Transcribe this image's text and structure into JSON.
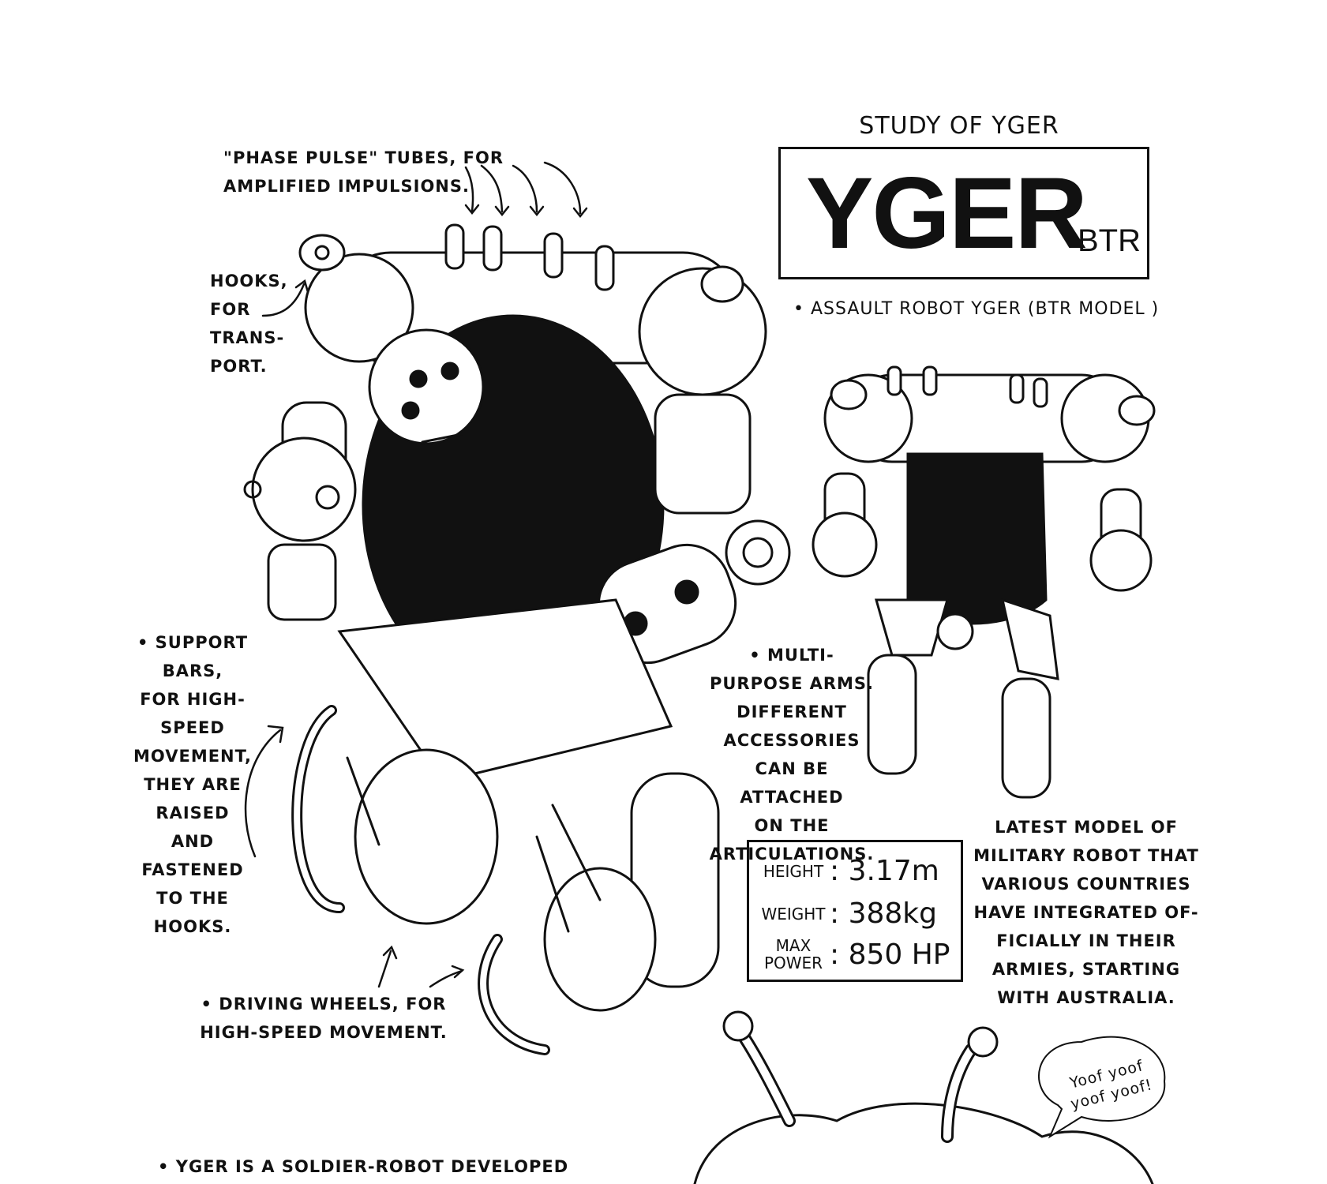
{
  "header": {
    "study_title": "Study of Yger",
    "title": "YGER",
    "subtitle": "BTR",
    "model_line": "• Assault robot Yger (BTR model )"
  },
  "annotations": {
    "phase_pulse": [
      "\"Phase pulse\" tubes, for",
      "amplified impulsions."
    ],
    "hooks": [
      "Hooks,",
      "for",
      "trans-",
      "port."
    ],
    "support_bars": [
      "• Support",
      "bars,",
      "for high-",
      "speed",
      "movement,",
      "they are",
      "raised",
      "and",
      "fastened",
      "to the",
      "hooks."
    ],
    "arms": [
      "• Multi-",
      "purpose arms.",
      "Different",
      "accessories",
      "can be attached",
      "on the",
      "articulations."
    ],
    "wheels": [
      "• Driving wheels, for",
      "high-speed movement."
    ],
    "latest_model": [
      "Latest model of",
      "military robot that",
      "various countries",
      "have integrated of-",
      "ficially in their",
      "armies, starting",
      "with Australia."
    ],
    "footer": "• Yger is a soldier-robot developed"
  },
  "specs": [
    {
      "label": "Height",
      "value": ": 3.17m"
    },
    {
      "label": "Weight",
      "value": ": 388kg"
    },
    {
      "label": "Max power",
      "value": ": 850 HP"
    }
  ],
  "speech_bubble": "Yoof yoof yoof yoof!",
  "colors": {
    "ink": "#111111",
    "paper": "#ffffff"
  }
}
